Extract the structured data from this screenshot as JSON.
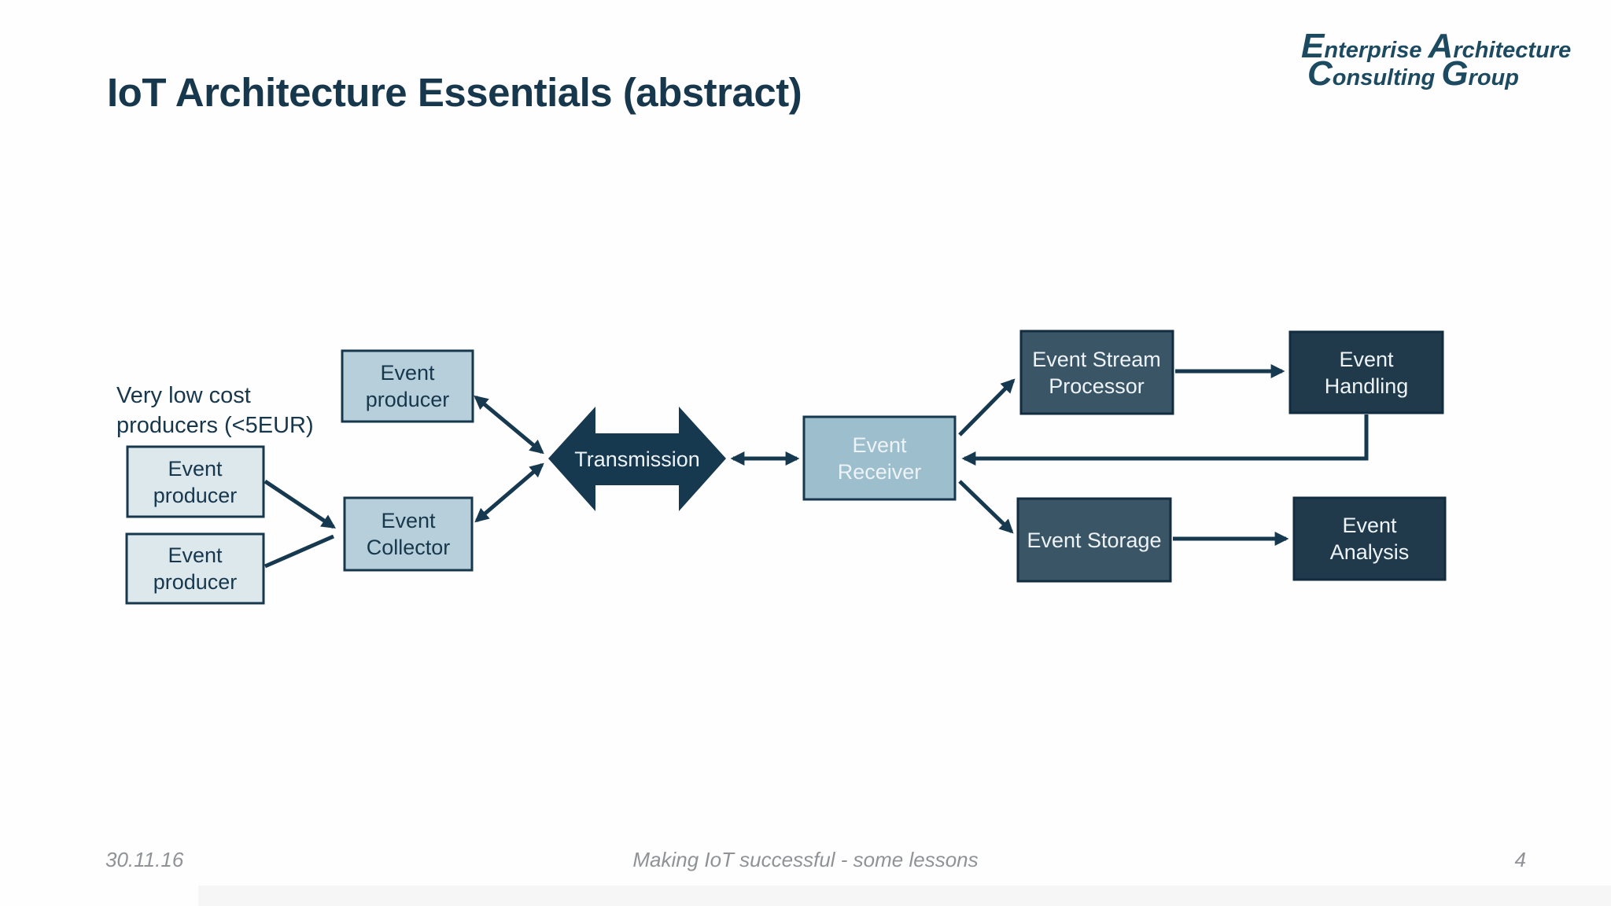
{
  "slide": {
    "title": "IoT Architecture Essentials (abstract)",
    "logo": {
      "words": [
        {
          "cap": "E",
          "rest": "nterprise "
        },
        {
          "cap": "A",
          "rest": "rchitecture"
        },
        {
          "cap": "C",
          "rest": "onsulting "
        },
        {
          "cap": "G",
          "rest": "roup"
        }
      ]
    },
    "footer": {
      "date": "30.11.16",
      "center": "Making IoT successful - some lessons",
      "page": "4"
    }
  },
  "annotation": {
    "line1": "Very low cost",
    "line2": "producers (<5EUR)"
  },
  "nodes": {
    "producer_1": {
      "line1": "Event",
      "line2": "producer"
    },
    "producer_2": {
      "line1": "Event",
      "line2": "producer"
    },
    "producer_3": {
      "line1": "Event",
      "line2": "producer"
    },
    "collector": {
      "line1": "Event",
      "line2": "Collector"
    },
    "transmission": {
      "label": "Transmission"
    },
    "receiver": {
      "line1": "Event",
      "line2": "Receiver"
    },
    "stream_processor": {
      "line1": "Event Stream",
      "line2": "Processor"
    },
    "handling": {
      "line1": "Event",
      "line2": "Handling"
    },
    "storage": {
      "label": "Event Storage"
    },
    "analysis": {
      "line1": "Event",
      "line2": "Analysis"
    }
  },
  "colors": {
    "ink": "#17374d",
    "arrow": "#17394f",
    "box_light": "#dde8ed",
    "box_mid": "#b7cfda",
    "box_receiver": "#9cbecd",
    "box_slate": "#3a5565",
    "box_dark": "#203a4b",
    "box_dark_border": "#122c40",
    "text_light": "#edf3f6",
    "footer_gray": "#8f9296",
    "logo_teal": "#1c4a61"
  }
}
